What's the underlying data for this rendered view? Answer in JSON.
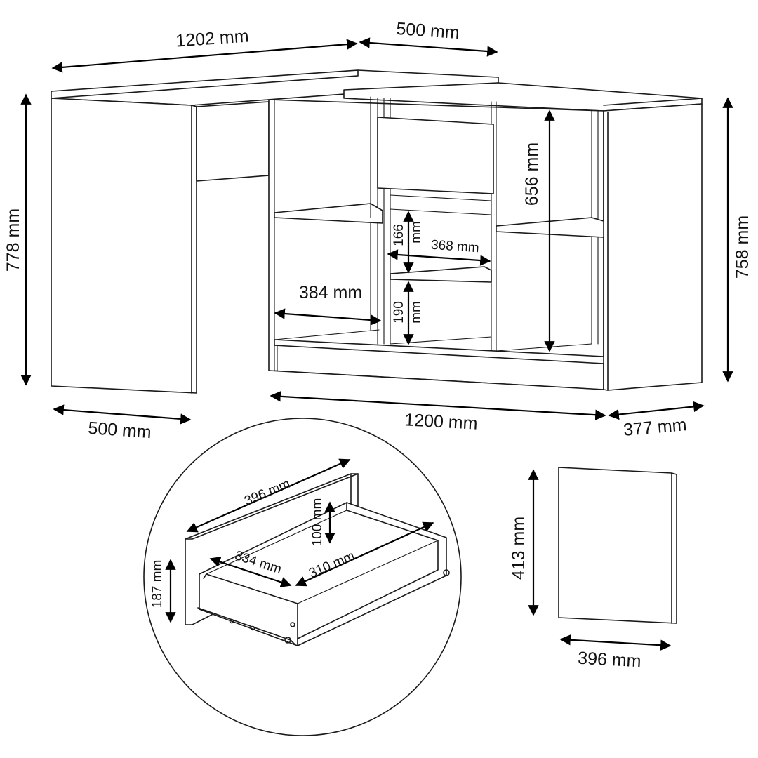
{
  "colors": {
    "line": "#1a1a1a",
    "background": "#ffffff"
  },
  "desk_overview": {
    "top_width": "1202 mm",
    "return_width": "500 mm",
    "desk_height": "778 mm",
    "cabinet_height": "758 mm",
    "inner_height": "656 mm",
    "niche_height": "166",
    "niche_unit": "mm",
    "niche_width": "368 mm",
    "shelf_width": "384 mm",
    "lower_niche_height": "190",
    "lower_niche_unit": "mm",
    "leg_depth": "500 mm",
    "cabinet_length": "1200 mm",
    "cabinet_depth": "377 mm"
  },
  "drawer_detail": {
    "front_width": "396 mm",
    "inner_height": "100 mm",
    "front_height": "187 mm",
    "inner_depth": "334 mm",
    "inner_width": "310 mm"
  },
  "door_panel": {
    "height": "413 mm",
    "width": "396 mm"
  }
}
